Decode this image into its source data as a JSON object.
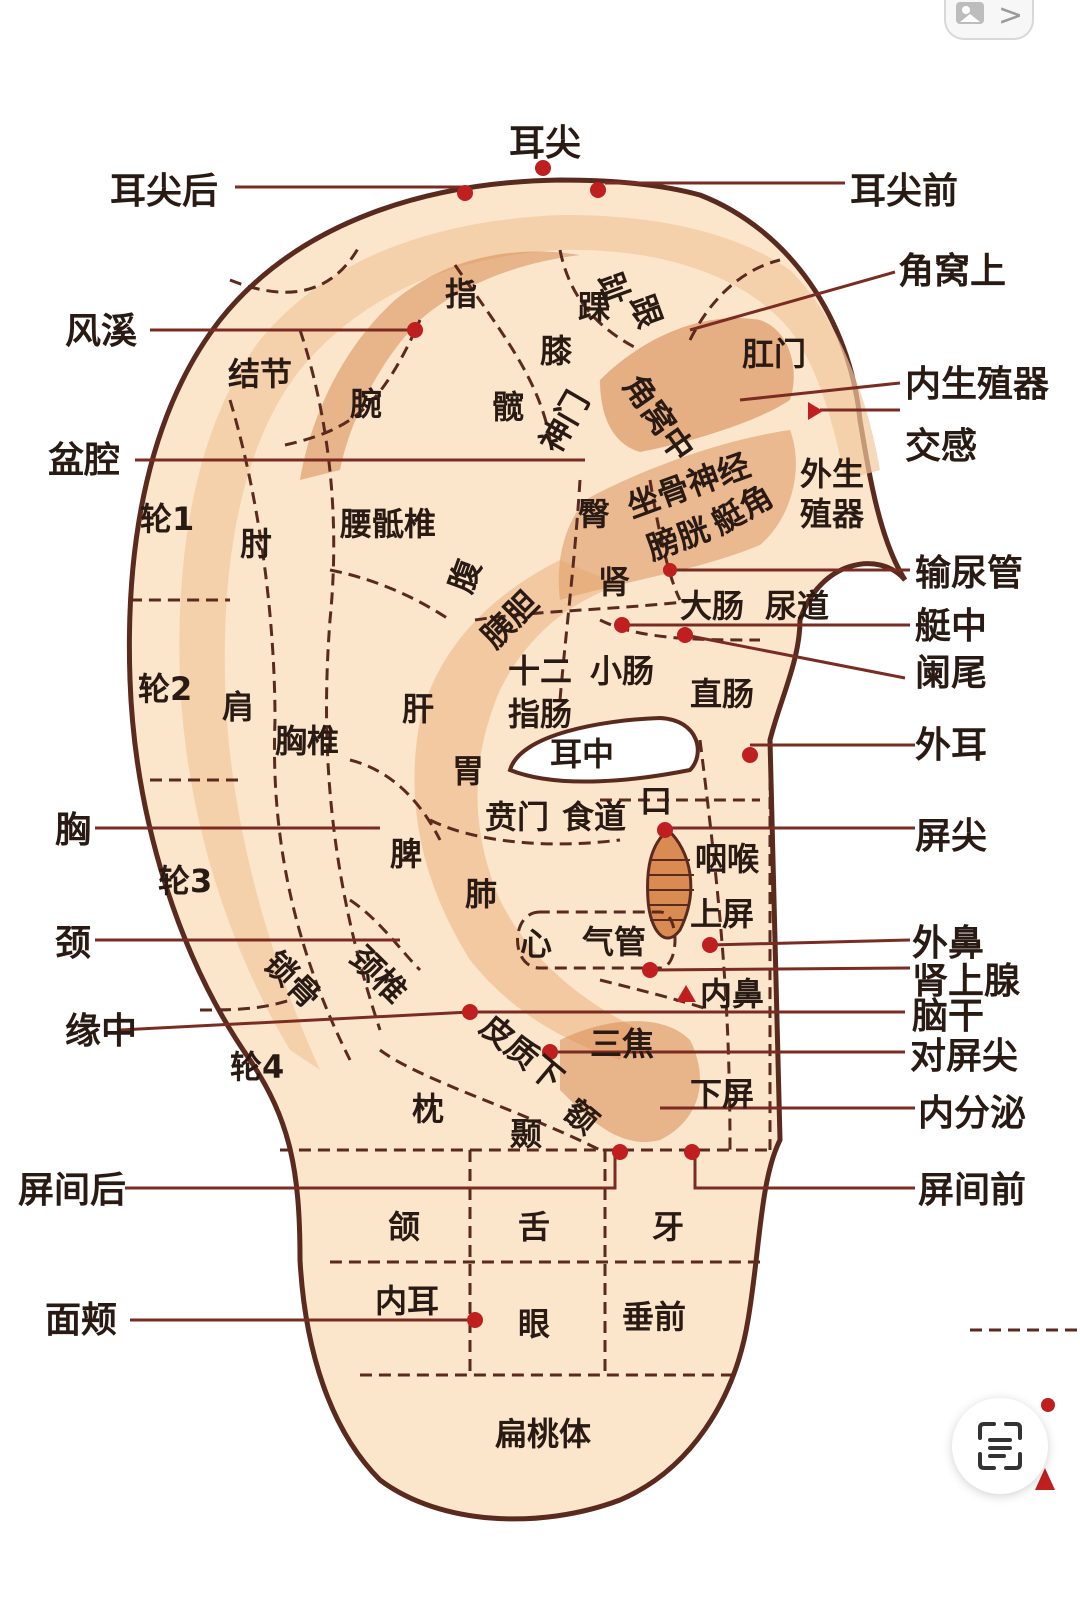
{
  "colors": {
    "skin_light": "#fbe6cc",
    "skin_mid": "#f2c79c",
    "skin_dark": "#d98b52",
    "outline": "#5b2a1e",
    "point": "#c01f1f",
    "leader": "#7a2c22"
  },
  "ui": {
    "top_right_icon": "image-icon",
    "top_right_chevron": ">",
    "scan_icon": "scan-text-icon"
  },
  "labels": {
    "external": {
      "er_jian": "耳尖",
      "er_jian_hou": "耳尖后",
      "er_jian_qian": "耳尖前",
      "jiao_wo_shang": "角窝上",
      "feng_xi": "风溪",
      "nei_sheng_zhi_qi": "内生殖器",
      "jiao_gan": "交感",
      "pen_qiang": "盆腔",
      "shu_niao_guan": "输尿管",
      "ting_zhong": "艇中",
      "lan_wei": "阑尾",
      "wai_er": "外耳",
      "xiong": "胸",
      "ping_jian": "屏尖",
      "jing": "颈",
      "wai_bi": "外鼻",
      "shen_shang_xian": "肾上腺",
      "nao_gan": "脑干",
      "yuan_zhong": "缘中",
      "dui_ping_jian": "对屏尖",
      "nei_fen_mi": "内分泌",
      "ping_jian_hou": "屏间后",
      "ping_jian_qian": "屏间前",
      "mian_jia": "面颊"
    },
    "internal": {
      "zhi": "指",
      "zhi_toe": "趾",
      "gen": "跟",
      "huai": "踝",
      "xi": "膝",
      "jie_jie": "结节",
      "wan": "腕",
      "kuan": "髋",
      "gang_men": "肛门",
      "jiao_wo_zhong": "角窝中",
      "shen_men": "神门",
      "zuo_gu_shen_jing": "坐骨神经",
      "wai_sheng_zhi_qi_1": "外生",
      "wai_sheng_zhi_qi_2": "殖器",
      "lun1": "轮1",
      "zhou": "肘",
      "yao_di_zhui": "腰骶椎",
      "tun": "臀",
      "pang_guang": "膀胱",
      "ting_jiao": "艇角",
      "fu": "腹",
      "shen": "肾",
      "yi_dan": "胰胆",
      "da_chang": "大肠",
      "niao_dao": "尿道",
      "lun2": "轮2",
      "jian": "肩",
      "xiong_zhui": "胸椎",
      "gan": "肝",
      "shi_er_1": "十二",
      "shi_er_2": "指肠",
      "xiao_chang": "小肠",
      "zhi_chang": "直肠",
      "wei": "胃",
      "er_zhong": "耳中",
      "ben_men": "贲门",
      "shi_dao": "食道",
      "kou": "口",
      "yan_hou": "咽喉",
      "pi": "脾",
      "lun3": "轮3",
      "fei": "肺",
      "shang_ping": "上屏",
      "xin": "心",
      "qi_guan": "气管",
      "nei_bi": "内鼻",
      "suo_gu": "锁骨",
      "jing_zhui": "颈椎",
      "pi_zhi_xia": "皮质下",
      "san_jiao": "三焦",
      "lun4": "轮4",
      "zhen": "枕",
      "e": "额",
      "nie": "颞",
      "xia_ping": "下屏",
      "he": "颌",
      "she": "舌",
      "ya": "牙",
      "nei_er": "内耳",
      "yan": "眼",
      "chui_qian": "垂前",
      "bian_tao_ti": "扁桃体"
    }
  }
}
